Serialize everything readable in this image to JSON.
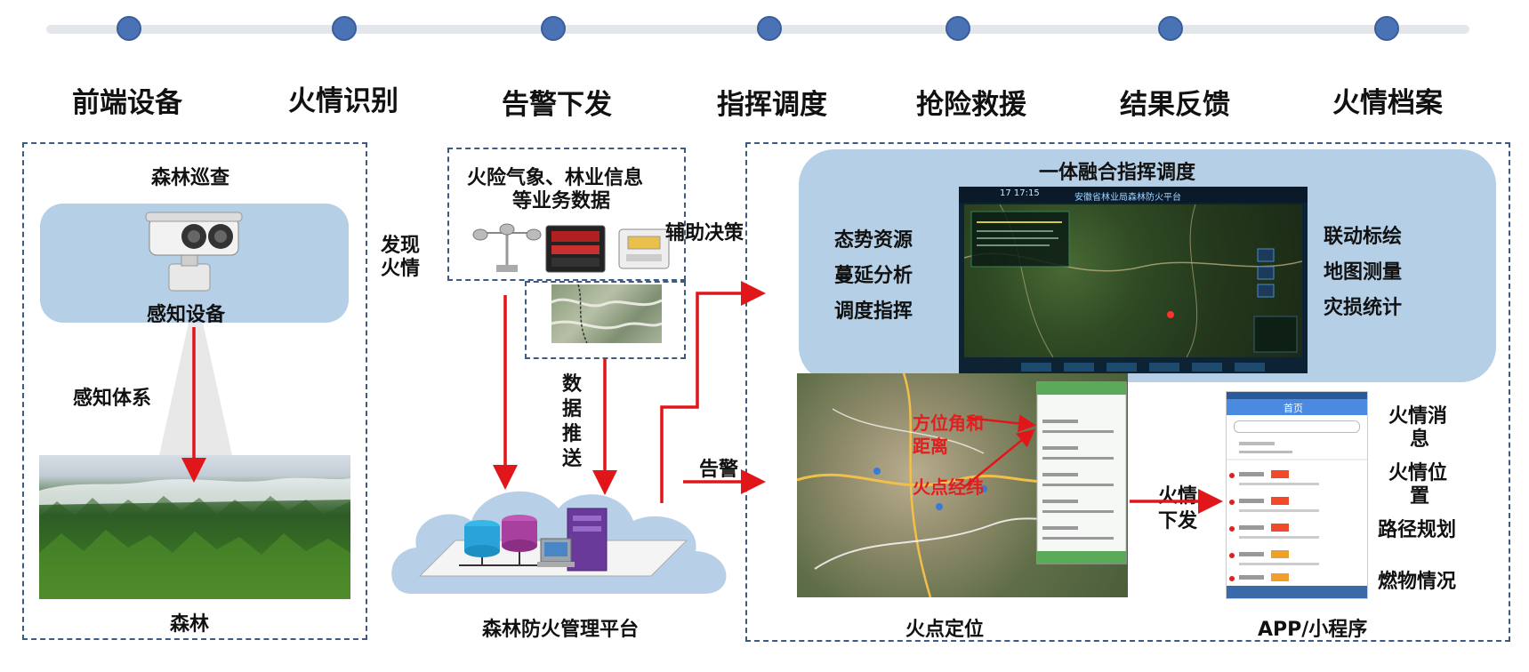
{
  "stages": [
    "前端设备",
    "火情识别",
    "告警下发",
    "指挥调度",
    "抢险救援",
    "结果反馈",
    "火情档案"
  ],
  "left_panel": {
    "patrol_title": "森林巡查",
    "device_label": "感知设备",
    "system_label": "感知体系",
    "forest_label": "森林"
  },
  "discover_fire": [
    "发现",
    "火情"
  ],
  "data_box": {
    "title_line1": "火险气象、林业信息",
    "title_line2": "等业务数据"
  },
  "aux_decision": "辅助决策",
  "data_push": [
    "数",
    "据",
    "推",
    "送"
  ],
  "platform_label": "森林防火管理平台",
  "alarm_label": "告警",
  "command": {
    "title": "一体融合指挥调度",
    "left_features": [
      "态势资源",
      "蔓延分析",
      "调度指挥"
    ],
    "right_features": [
      "联动标绘",
      "地图测量",
      "灾损统计"
    ],
    "screen_title": "安徽省林业局森林防火平台",
    "screen_time": "17 17:15"
  },
  "fire_location": {
    "label": "火点定位",
    "overlay_line1": "方位角和",
    "overlay_line2": "距离",
    "overlay_line3": "火点经纬"
  },
  "dispatch_label": [
    "火情",
    "下发"
  ],
  "app": {
    "label": "APP/小程序",
    "header": "首页",
    "features": [
      "火情消",
      "息",
      "火情位",
      "置",
      "路径规划",
      "燃物情况"
    ]
  },
  "colors": {
    "arrow": "#e0161b",
    "dot": "#4a73b6",
    "panel": "#b4cfe6",
    "dash": "#3d5a80"
  }
}
